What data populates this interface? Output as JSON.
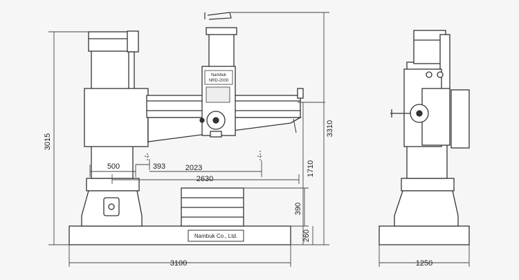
{
  "colors": {
    "background": "#f6f6f6",
    "line": "#333333",
    "dimension": "#444444",
    "fill": "#ffffff",
    "shade": "#dddddd"
  },
  "head_label": {
    "line1": "Nambuk",
    "line2": "NRD-2000"
  },
  "base_plate": "Nambuk Co., Ltd.",
  "dimensions": {
    "overall_height_column": "3015",
    "overall_height_max": "3310",
    "arm_min": "500",
    "spindle_offset": "393",
    "arm_travel": "2023",
    "arm_max": "2630",
    "spindle_to_base": "1710",
    "table_height": "390",
    "base_height": "260",
    "base_length": "3100",
    "base_width": "1250"
  }
}
